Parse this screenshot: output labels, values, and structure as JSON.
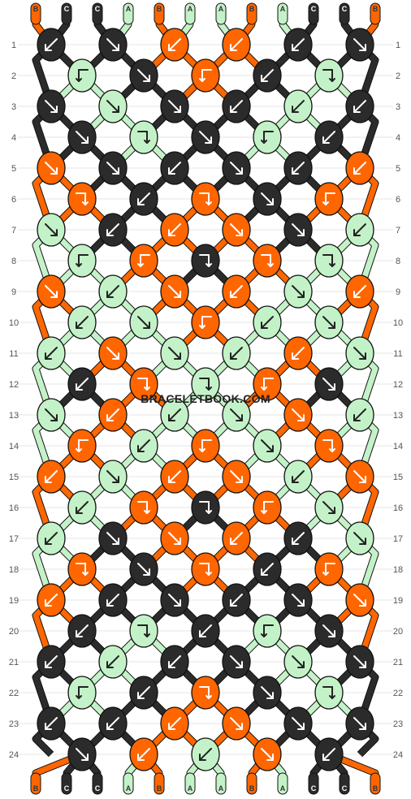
{
  "site": {
    "watermark": "BRACELETBOOK.COM"
  },
  "colors": {
    "A": "#c4f2c8",
    "B": "#ff6600",
    "C": "#2b2b2b",
    "knot_stroke": "#111111",
    "grid": "#cccccc",
    "arrow_on_dark": "#ffffff",
    "arrow_on_light": "#222222"
  },
  "strands": {
    "top": [
      "B",
      "C",
      "C",
      "A",
      "B",
      "A",
      "A",
      "B",
      "A",
      "C",
      "C",
      "B"
    ],
    "bottom": [
      "B",
      "C",
      "C",
      "A",
      "B",
      "A",
      "A",
      "B",
      "A",
      "C",
      "C",
      "B"
    ]
  },
  "row_numbers": [
    "1",
    "2",
    "3",
    "4",
    "5",
    "6",
    "7",
    "8",
    "9",
    "10",
    "11",
    "12",
    "13",
    "14",
    "15",
    "16",
    "17",
    "18",
    "19",
    "20",
    "21",
    "22",
    "23",
    "24"
  ],
  "knot_rows": [
    {
      "row": "1",
      "knots": [
        {
          "color": "C",
          "dir": "sw"
        },
        {
          "color": "C",
          "dir": "se"
        },
        {
          "color": "B",
          "dir": "sw"
        },
        {
          "color": "B",
          "dir": "sw"
        },
        {
          "color": "C",
          "dir": "sw"
        },
        {
          "color": "C",
          "dir": "se"
        }
      ]
    },
    {
      "row": "2",
      "knots": [
        {
          "color": "A",
          "dir": "bl"
        },
        {
          "color": "C",
          "dir": "se"
        },
        {
          "color": "B",
          "dir": "bl"
        },
        {
          "color": "C",
          "dir": "sw"
        },
        {
          "color": "A",
          "dir": "br"
        }
      ]
    },
    {
      "row": "3",
      "knots": [
        {
          "color": "C",
          "dir": "se"
        },
        {
          "color": "A",
          "dir": "se"
        },
        {
          "color": "C",
          "dir": "se"
        },
        {
          "color": "C",
          "dir": "sw"
        },
        {
          "color": "A",
          "dir": "sw"
        },
        {
          "color": "C",
          "dir": "sw"
        }
      ]
    },
    {
      "row": "4",
      "knots": [
        {
          "color": "C",
          "dir": "se"
        },
        {
          "color": "A",
          "dir": "br"
        },
        {
          "color": "C",
          "dir": "se"
        },
        {
          "color": "A",
          "dir": "bl"
        },
        {
          "color": "C",
          "dir": "sw"
        }
      ]
    },
    {
      "row": "5",
      "knots": [
        {
          "color": "B",
          "dir": "se"
        },
        {
          "color": "C",
          "dir": "se"
        },
        {
          "color": "C",
          "dir": "sw"
        },
        {
          "color": "C",
          "dir": "se"
        },
        {
          "color": "C",
          "dir": "sw"
        },
        {
          "color": "B",
          "dir": "sw"
        }
      ]
    },
    {
      "row": "6",
      "knots": [
        {
          "color": "B",
          "dir": "br"
        },
        {
          "color": "C",
          "dir": "sw"
        },
        {
          "color": "B",
          "dir": "br"
        },
        {
          "color": "C",
          "dir": "se"
        },
        {
          "color": "B",
          "dir": "bl"
        }
      ]
    },
    {
      "row": "7",
      "knots": [
        {
          "color": "A",
          "dir": "se"
        },
        {
          "color": "C",
          "dir": "sw"
        },
        {
          "color": "B",
          "dir": "sw"
        },
        {
          "color": "B",
          "dir": "se"
        },
        {
          "color": "C",
          "dir": "se"
        },
        {
          "color": "A",
          "dir": "sw"
        }
      ]
    },
    {
      "row": "8",
      "knots": [
        {
          "color": "A",
          "dir": "bl"
        },
        {
          "color": "B",
          "dir": "bl"
        },
        {
          "color": "C",
          "dir": "br"
        },
        {
          "color": "B",
          "dir": "br"
        },
        {
          "color": "A",
          "dir": "br"
        }
      ]
    },
    {
      "row": "9",
      "knots": [
        {
          "color": "B",
          "dir": "se"
        },
        {
          "color": "A",
          "dir": "sw"
        },
        {
          "color": "B",
          "dir": "se"
        },
        {
          "color": "B",
          "dir": "sw"
        },
        {
          "color": "A",
          "dir": "se"
        },
        {
          "color": "B",
          "dir": "sw"
        }
      ]
    },
    {
      "row": "10",
      "knots": [
        {
          "color": "A",
          "dir": "sw"
        },
        {
          "color": "A",
          "dir": "se"
        },
        {
          "color": "B",
          "dir": "bl"
        },
        {
          "color": "A",
          "dir": "sw"
        },
        {
          "color": "A",
          "dir": "se"
        }
      ]
    },
    {
      "row": "11",
      "knots": [
        {
          "color": "A",
          "dir": "sw"
        },
        {
          "color": "B",
          "dir": "se"
        },
        {
          "color": "A",
          "dir": "se"
        },
        {
          "color": "A",
          "dir": "sw"
        },
        {
          "color": "B",
          "dir": "sw"
        },
        {
          "color": "A",
          "dir": "se"
        }
      ]
    },
    {
      "row": "12",
      "knots": [
        {
          "color": "C",
          "dir": "sw"
        },
        {
          "color": "B",
          "dir": "br"
        },
        {
          "color": "A",
          "dir": "br"
        },
        {
          "color": "B",
          "dir": "bl"
        },
        {
          "color": "C",
          "dir": "se"
        }
      ]
    },
    {
      "row": "13",
      "knots": [
        {
          "color": "A",
          "dir": "se"
        },
        {
          "color": "B",
          "dir": "sw"
        },
        {
          "color": "A",
          "dir": "sw"
        },
        {
          "color": "A",
          "dir": "se"
        },
        {
          "color": "B",
          "dir": "se"
        },
        {
          "color": "A",
          "dir": "sw"
        }
      ]
    },
    {
      "row": "14",
      "knots": [
        {
          "color": "B",
          "dir": "bl"
        },
        {
          "color": "A",
          "dir": "sw"
        },
        {
          "color": "B",
          "dir": "bl"
        },
        {
          "color": "A",
          "dir": "se"
        },
        {
          "color": "B",
          "dir": "br"
        }
      ]
    },
    {
      "row": "15",
      "knots": [
        {
          "color": "B",
          "dir": "sw"
        },
        {
          "color": "A",
          "dir": "se"
        },
        {
          "color": "B",
          "dir": "sw"
        },
        {
          "color": "B",
          "dir": "se"
        },
        {
          "color": "A",
          "dir": "sw"
        },
        {
          "color": "B",
          "dir": "se"
        }
      ]
    },
    {
      "row": "16",
      "knots": [
        {
          "color": "A",
          "dir": "sw"
        },
        {
          "color": "B",
          "dir": "br"
        },
        {
          "color": "C",
          "dir": "br"
        },
        {
          "color": "B",
          "dir": "bl"
        },
        {
          "color": "A",
          "dir": "se"
        }
      ]
    },
    {
      "row": "17",
      "knots": [
        {
          "color": "A",
          "dir": "sw"
        },
        {
          "color": "C",
          "dir": "se"
        },
        {
          "color": "B",
          "dir": "se"
        },
        {
          "color": "B",
          "dir": "sw"
        },
        {
          "color": "C",
          "dir": "sw"
        },
        {
          "color": "A",
          "dir": "se"
        }
      ]
    },
    {
      "row": "18",
      "knots": [
        {
          "color": "B",
          "dir": "br"
        },
        {
          "color": "C",
          "dir": "se"
        },
        {
          "color": "B",
          "dir": "br"
        },
        {
          "color": "C",
          "dir": "sw"
        },
        {
          "color": "B",
          "dir": "bl"
        }
      ]
    },
    {
      "row": "19",
      "knots": [
        {
          "color": "B",
          "dir": "sw"
        },
        {
          "color": "C",
          "dir": "sw"
        },
        {
          "color": "C",
          "dir": "se"
        },
        {
          "color": "C",
          "dir": "sw"
        },
        {
          "color": "C",
          "dir": "se"
        },
        {
          "color": "B",
          "dir": "se"
        }
      ]
    },
    {
      "row": "20",
      "knots": [
        {
          "color": "C",
          "dir": "sw"
        },
        {
          "color": "A",
          "dir": "br"
        },
        {
          "color": "C",
          "dir": "sw"
        },
        {
          "color": "A",
          "dir": "bl"
        },
        {
          "color": "C",
          "dir": "se"
        }
      ]
    },
    {
      "row": "21",
      "knots": [
        {
          "color": "C",
          "dir": "sw"
        },
        {
          "color": "A",
          "dir": "sw"
        },
        {
          "color": "C",
          "dir": "sw"
        },
        {
          "color": "C",
          "dir": "se"
        },
        {
          "color": "A",
          "dir": "se"
        },
        {
          "color": "C",
          "dir": "se"
        }
      ]
    },
    {
      "row": "22",
      "knots": [
        {
          "color": "A",
          "dir": "bl"
        },
        {
          "color": "C",
          "dir": "sw"
        },
        {
          "color": "B",
          "dir": "br"
        },
        {
          "color": "C",
          "dir": "se"
        },
        {
          "color": "A",
          "dir": "br"
        }
      ]
    },
    {
      "row": "23",
      "knots": [
        {
          "color": "C",
          "dir": "sw"
        },
        {
          "color": "C",
          "dir": "sw"
        },
        {
          "color": "B",
          "dir": "sw"
        },
        {
          "color": "B",
          "dir": "se"
        },
        {
          "color": "C",
          "dir": "se"
        },
        {
          "color": "C",
          "dir": "se"
        }
      ]
    },
    {
      "row": "24",
      "knots": [
        {
          "color": "C",
          "dir": "se"
        },
        {
          "color": "B",
          "dir": "sw"
        },
        {
          "color": "A",
          "dir": "sw"
        },
        {
          "color": "B",
          "dir": "se"
        },
        {
          "color": "C",
          "dir": "sw"
        }
      ]
    }
  ]
}
